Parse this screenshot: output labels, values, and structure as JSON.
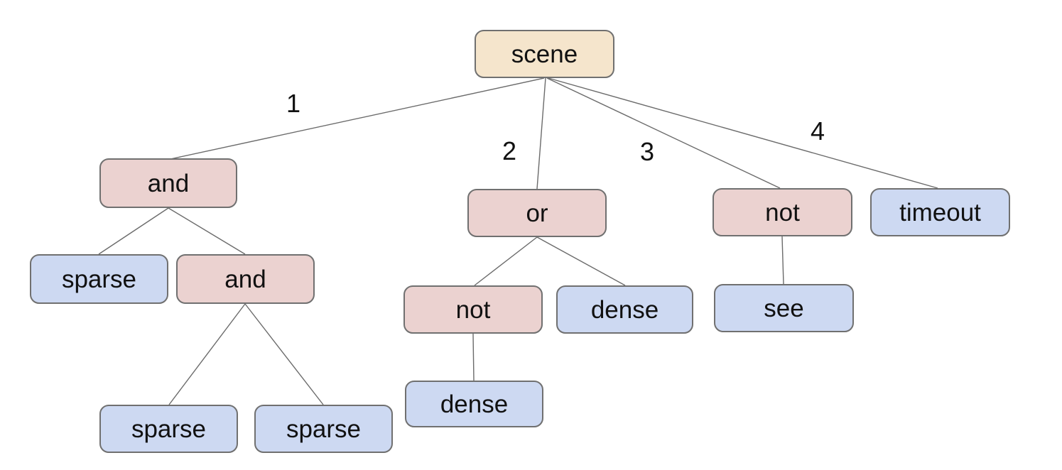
{
  "diagram": {
    "type": "tree",
    "background": "#ffffff",
    "colors": {
      "background": "#ffffff",
      "root_fill": "#f5e5cc",
      "operator_fill": "#ebd2d0",
      "leaf_fill": "#cdd9f2",
      "node_border": "#707070",
      "edge_line": "#6b6b6b",
      "text": "#111111"
    },
    "nodes": [
      {
        "id": "scene",
        "label": "scene",
        "kind": "root",
        "parent": null
      },
      {
        "id": "and-1",
        "label": "and",
        "kind": "operator",
        "parent": "scene"
      },
      {
        "id": "or-1",
        "label": "or",
        "kind": "operator",
        "parent": "scene"
      },
      {
        "id": "not-1",
        "label": "not",
        "kind": "operator",
        "parent": "scene"
      },
      {
        "id": "timeout-1",
        "label": "timeout",
        "kind": "leaf",
        "parent": "scene"
      },
      {
        "id": "sparse-1",
        "label": "sparse",
        "kind": "leaf",
        "parent": "and-1"
      },
      {
        "id": "and-2",
        "label": "and",
        "kind": "operator",
        "parent": "and-1"
      },
      {
        "id": "not-2",
        "label": "not",
        "kind": "operator",
        "parent": "or-1"
      },
      {
        "id": "dense-1",
        "label": "dense",
        "kind": "leaf",
        "parent": "or-1"
      },
      {
        "id": "see-1",
        "label": "see",
        "kind": "leaf",
        "parent": "not-1"
      },
      {
        "id": "sparse-2",
        "label": "sparse",
        "kind": "leaf",
        "parent": "and-2"
      },
      {
        "id": "sparse-3",
        "label": "sparse",
        "kind": "leaf",
        "parent": "and-2"
      },
      {
        "id": "dense-2",
        "label": "dense",
        "kind": "leaf",
        "parent": "not-2"
      }
    ],
    "edges": [
      {
        "from": "scene",
        "to": "and-1",
        "label": "1"
      },
      {
        "from": "scene",
        "to": "or-1",
        "label": "2"
      },
      {
        "from": "scene",
        "to": "not-1",
        "label": "3"
      },
      {
        "from": "scene",
        "to": "timeout-1",
        "label": "4"
      },
      {
        "from": "and-1",
        "to": "sparse-1"
      },
      {
        "from": "and-1",
        "to": "and-2"
      },
      {
        "from": "and-2",
        "to": "sparse-2"
      },
      {
        "from": "and-2",
        "to": "sparse-3"
      },
      {
        "from": "or-1",
        "to": "not-2"
      },
      {
        "from": "or-1",
        "to": "dense-1"
      },
      {
        "from": "not-2",
        "to": "dense-2"
      },
      {
        "from": "not-1",
        "to": "see-1"
      }
    ]
  }
}
